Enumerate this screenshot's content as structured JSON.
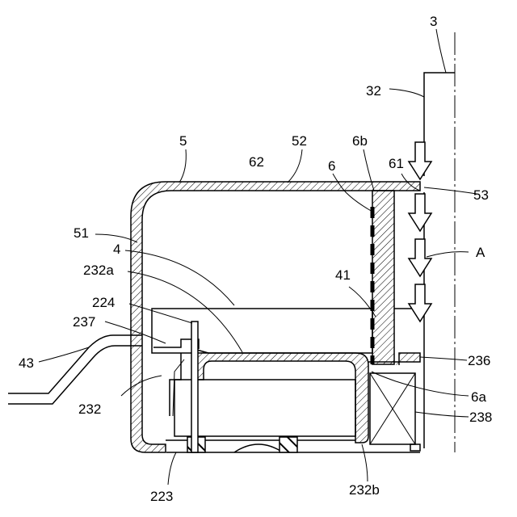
{
  "labels": {
    "l3": "3",
    "l32": "32",
    "l5": "5",
    "l52": "52",
    "l6b": "6b",
    "l62": "62",
    "l6": "6",
    "l61": "61",
    "l53": "53",
    "l51": "51",
    "l4": "4",
    "lA": "A",
    "l232a": "232a",
    "l41": "41",
    "l224": "224",
    "l237": "237",
    "l43": "43",
    "l236": "236",
    "l232": "232",
    "l6a": "6a",
    "l238": "238",
    "l223": "223",
    "l232b": "232b"
  }
}
